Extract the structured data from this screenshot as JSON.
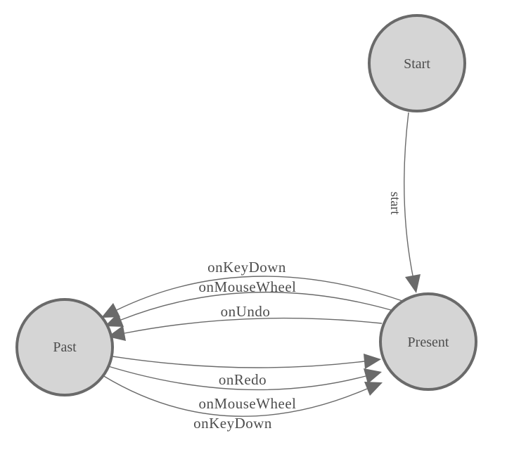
{
  "diagram": {
    "type": "state-machine",
    "nodes": [
      {
        "id": "start",
        "label": "Start"
      },
      {
        "id": "past",
        "label": "Past"
      },
      {
        "id": "present",
        "label": "Present"
      }
    ],
    "edges": [
      {
        "from": "Start",
        "to": "Present",
        "label": "start"
      },
      {
        "from": "Present",
        "to": "Past",
        "label": "onKeyDown"
      },
      {
        "from": "Present",
        "to": "Past",
        "label": "onMouseWheel"
      },
      {
        "from": "Present",
        "to": "Past",
        "label": "onUndo"
      },
      {
        "from": "Past",
        "to": "Present",
        "label": "onRedo"
      },
      {
        "from": "Past",
        "to": "Present",
        "label": "onMouseWheel"
      },
      {
        "from": "Past",
        "to": "Present",
        "label": "onKeyDown"
      }
    ],
    "colors": {
      "background": "#ffffff",
      "node_fill": "#d5d5d5",
      "node_stroke": "#6a6a6a",
      "edge_stroke": "#6a6a6a",
      "label_text": "#4d4d4d"
    }
  }
}
